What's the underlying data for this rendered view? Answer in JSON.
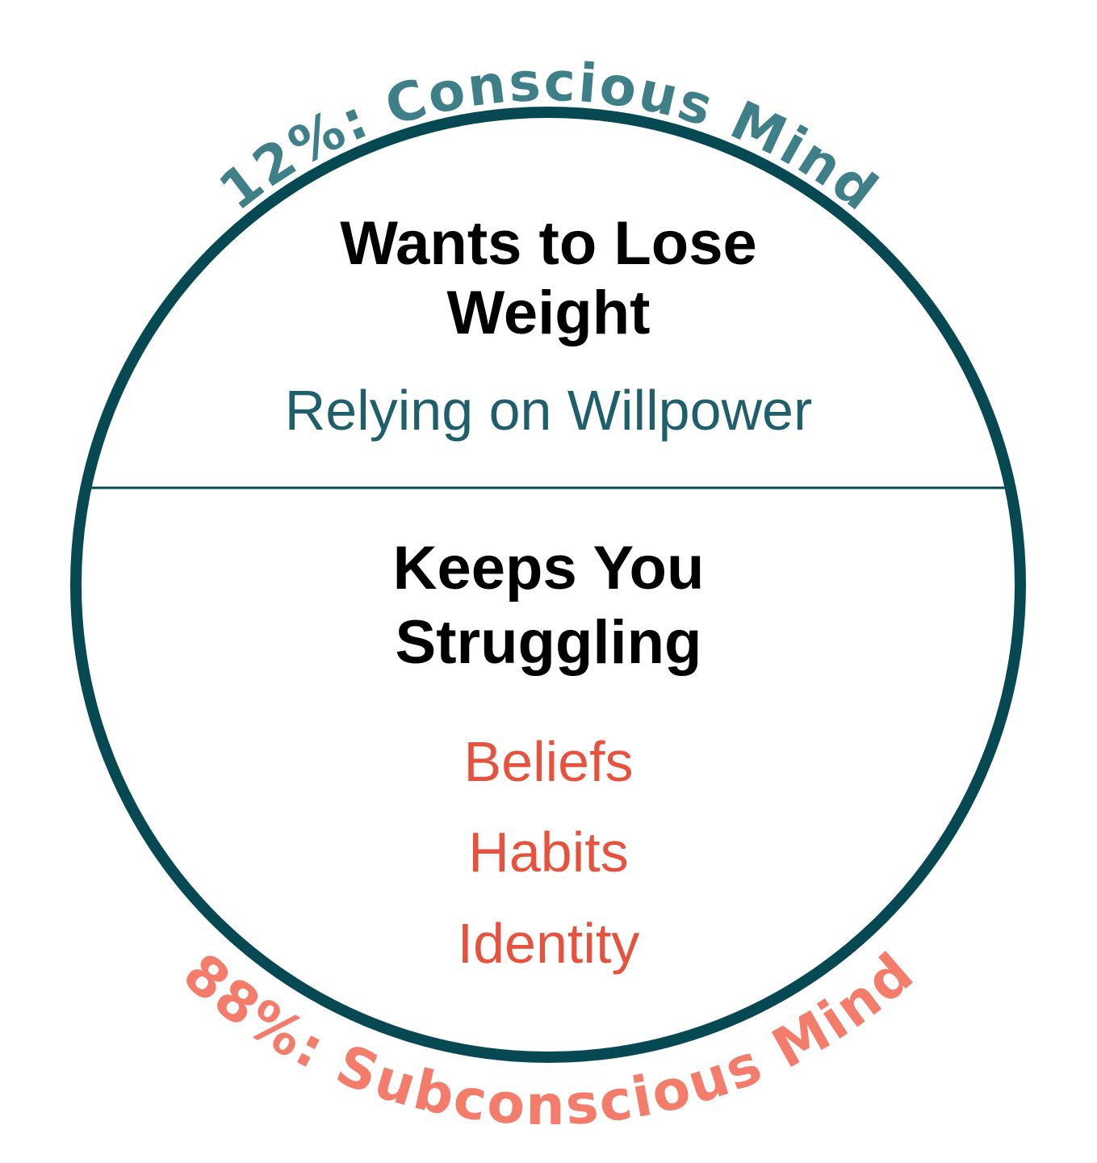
{
  "colors": {
    "circle": "#064953",
    "conscious": "#3e7f88",
    "subconscious": "#f47c6a",
    "willpower": "#1f5f6b",
    "factors": "#e5533f"
  },
  "arc_labels": {
    "top": "12%: Conscious Mind",
    "bottom": "88%: Subconscious Mind"
  },
  "conscious": {
    "heading_line1": "Wants to Lose",
    "heading_line2": "Weight",
    "sub": "Relying on Willpower"
  },
  "subconscious": {
    "heading_line1": "Keeps You",
    "heading_line2": "Struggling",
    "factors": [
      "Beliefs",
      "Habits",
      "Identity"
    ]
  }
}
